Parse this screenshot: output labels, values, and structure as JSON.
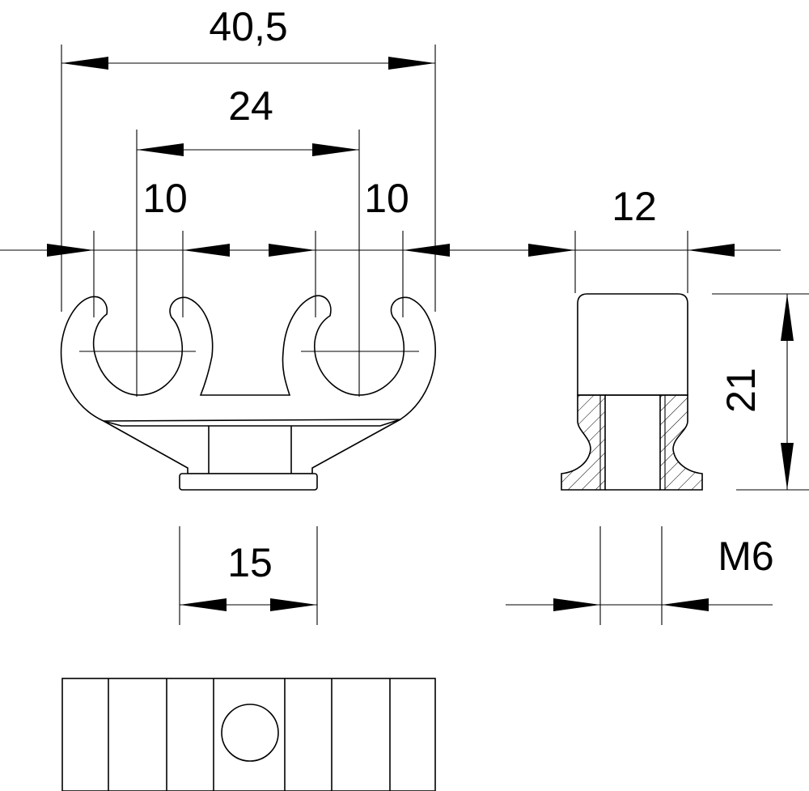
{
  "dimensions": {
    "overall_width": "40,5",
    "clip_spacing": "24",
    "left_clip": "10",
    "right_clip": "10",
    "side_width": "12",
    "height": "21",
    "base_width": "15",
    "thread": "M6"
  }
}
